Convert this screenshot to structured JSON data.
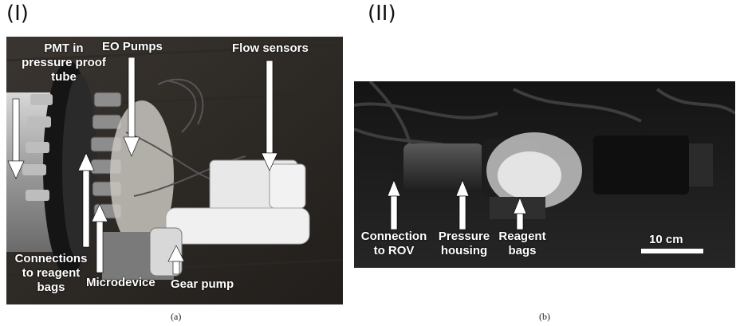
{
  "panels": [
    {
      "label": "(I)",
      "caption": "(a)",
      "annotations": {
        "pmt": "PMT in\npressure proof\ntube",
        "eo_pumps": "EO Pumps",
        "flow_sensors": "Flow sensors",
        "connections": "Connections\nto reagent\nbags",
        "microdevice": "Microdevice",
        "gear_pump": "Gear pump"
      }
    },
    {
      "label": "(II)",
      "caption": "(b)",
      "annotations": {
        "connection_rov": "Connection\nto ROV",
        "pressure_housing": "Pressure\nhousing",
        "reagent_bags": "Reagent\nbags",
        "scale_bar": "10 cm"
      }
    }
  ],
  "colors": {
    "photo_bg_a": "#2a2622",
    "photo_bg_b": "#1c1c1c",
    "annotation": "#ffffff"
  }
}
